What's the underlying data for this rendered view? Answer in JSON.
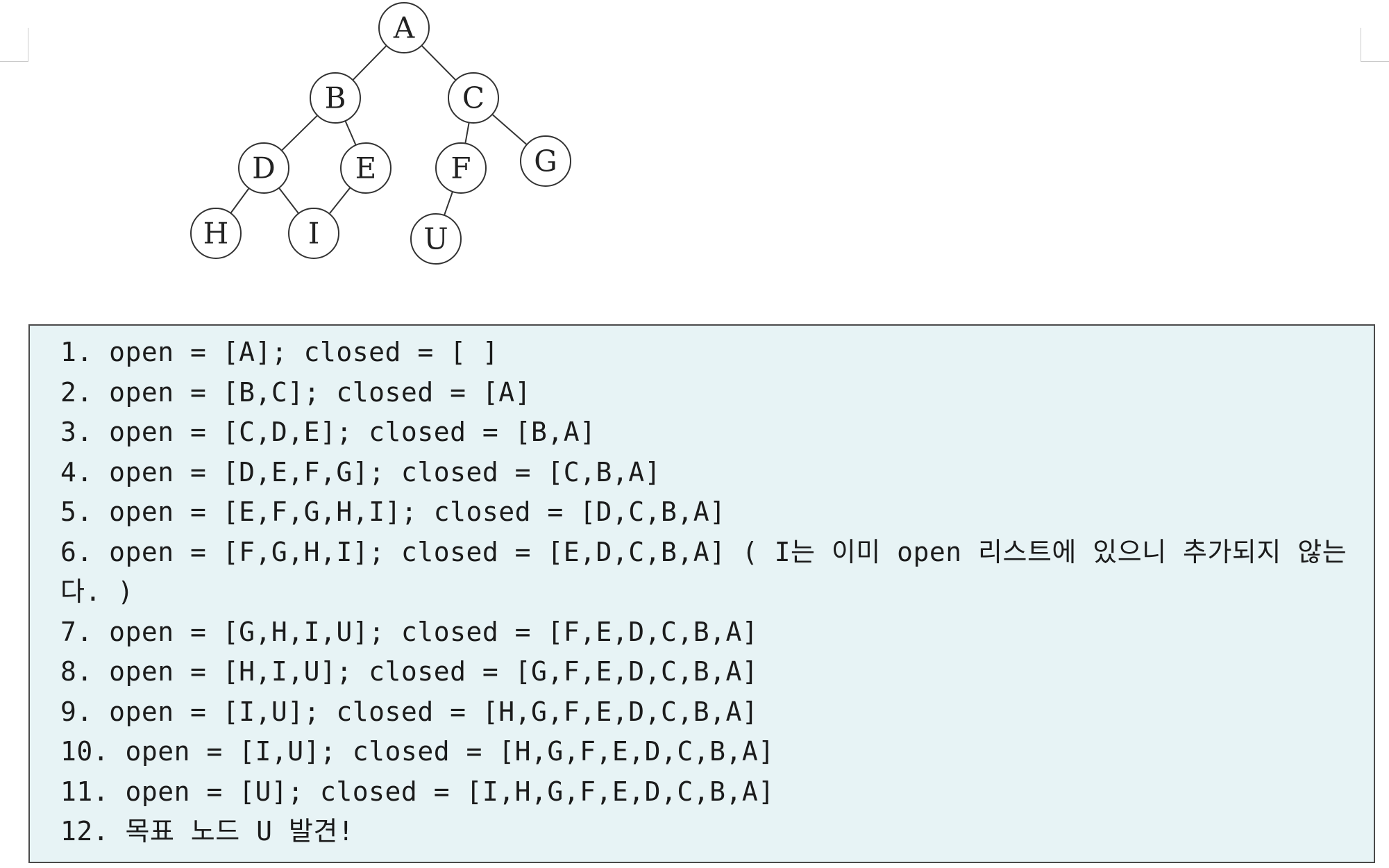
{
  "tree": {
    "nodes": [
      {
        "id": "A",
        "label": "A"
      },
      {
        "id": "B",
        "label": "B"
      },
      {
        "id": "C",
        "label": "C"
      },
      {
        "id": "D",
        "label": "D"
      },
      {
        "id": "E",
        "label": "E"
      },
      {
        "id": "F",
        "label": "F"
      },
      {
        "id": "G",
        "label": "G"
      },
      {
        "id": "H",
        "label": "H"
      },
      {
        "id": "I",
        "label": "I"
      },
      {
        "id": "U",
        "label": "U"
      }
    ],
    "edges": [
      [
        "A",
        "B"
      ],
      [
        "A",
        "C"
      ],
      [
        "B",
        "D"
      ],
      [
        "B",
        "E"
      ],
      [
        "C",
        "F"
      ],
      [
        "C",
        "G"
      ],
      [
        "D",
        "H"
      ],
      [
        "D",
        "I"
      ],
      [
        "E",
        "I"
      ],
      [
        "F",
        "U"
      ]
    ]
  },
  "steps": [
    "1. open = [A]; closed = [ ]",
    "2. open = [B,C]; closed = [A]",
    "3. open = [C,D,E]; closed = [B,A]",
    "4. open = [D,E,F,G]; closed = [C,B,A]",
    "5. open = [E,F,G,H,I]; closed = [D,C,B,A]",
    "6. open = [F,G,H,I]; closed = [E,D,C,B,A] ( I는 이미 open 리스트에 있으니 추가되지 않는다. )",
    "7. open = [G,H,I,U]; closed = [F,E,D,C,B,A]",
    "8. open = [H,I,U]; closed = [G,F,E,D,C,B,A]",
    "9. open = [I,U]; closed = [H,G,F,E,D,C,B,A]",
    "10. open = [I,U]; closed = [H,G,F,E,D,C,B,A]",
    "11. open = [U]; closed = [I,H,G,F,E,D,C,B,A]",
    "12. 목표 노드 U 발견!"
  ]
}
